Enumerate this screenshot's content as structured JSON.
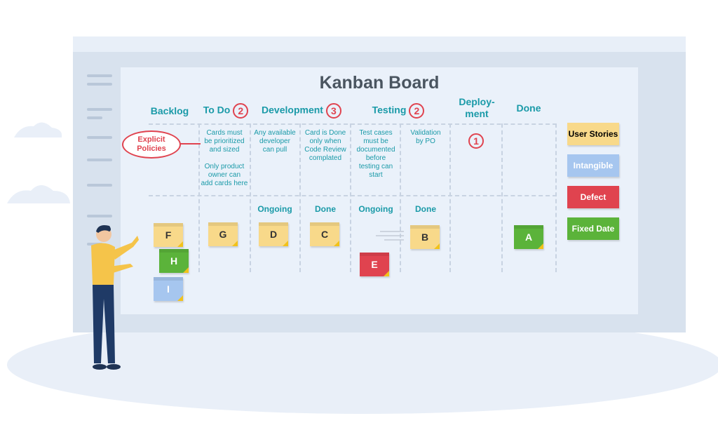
{
  "title": "Kanban Board",
  "columns": [
    {
      "label": "Backlog"
    },
    {
      "label": "To Do",
      "wip": "2"
    },
    {
      "label": "Development",
      "wip": "3"
    },
    {
      "label": "Testing",
      "wip": "2"
    },
    {
      "label": "Deploy-\nment"
    },
    {
      "label": "Done"
    }
  ],
  "deploy_wip": "1",
  "explicit_policies": "Explicit\nPolicies",
  "policies": {
    "todo": "Cards must\nbe prioritized\nand sized\n\nOnly product\nowner can\nadd cards here",
    "dev_ongoing": "Any available\ndeveloper\ncan pull",
    "dev_done": "Card is Done\nonly when\nCode Review\ncomplated",
    "test_ongoing": "Test cases\nmust be\ndocumented\nbefore\ntesting can\nstart",
    "test_done": "Validation\nby PO"
  },
  "subheaders": {
    "dev_ongoing": "Ongoing",
    "dev_done": "Done",
    "test_ongoing": "Ongoing",
    "test_done": "Done"
  },
  "cards": {
    "F": "F",
    "H": "H",
    "I": "I",
    "G": "G",
    "D": "D",
    "C": "C",
    "E": "E",
    "B": "B",
    "A": "A"
  },
  "legend": {
    "user_stories": "User Stories",
    "intangible": "Intangible",
    "defect": "Defect",
    "fixed_date": "Fixed Date"
  },
  "colors": {
    "teal": "#1a9aa8",
    "red": "#e0434f",
    "yellow": "#f8d98a",
    "green": "#5bb33a",
    "blue": "#a6c6ef"
  }
}
